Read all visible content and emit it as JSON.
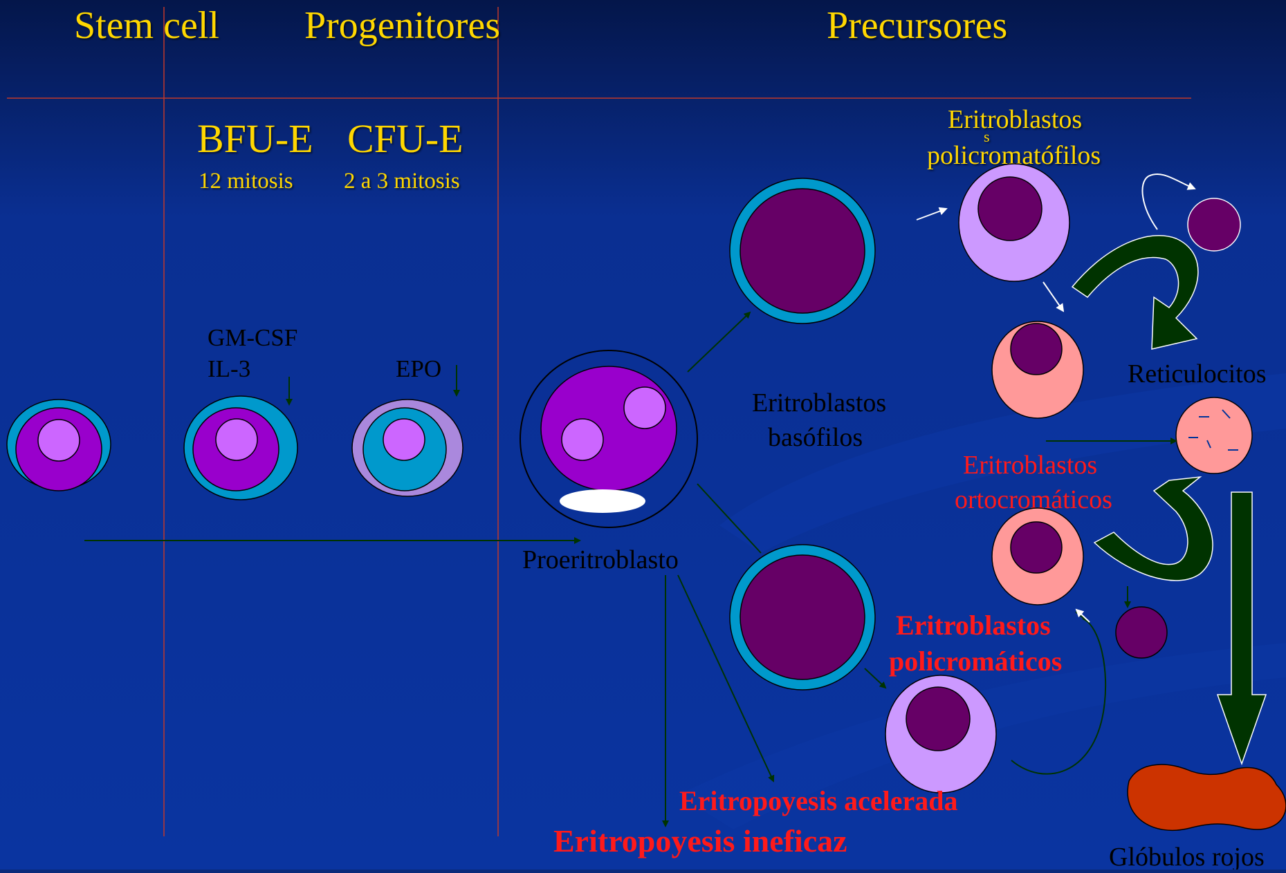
{
  "headers": {
    "stem": "Stem cell",
    "progenitors": "Progenitores",
    "precursors": "Precursores"
  },
  "progenitor_labels": {
    "bfu": "BFU-E",
    "cfu": "CFU-E",
    "bfu_mitosis": "12 mitosis",
    "cfu_mitosis": "2 a 3 mitosis"
  },
  "factors": {
    "gm_csf": "GM-CSF",
    "il3": "IL-3",
    "epo": "EPO"
  },
  "labels": {
    "proeritroblasto": "Proeritroblasto",
    "basofilos_1": "Eritroblastos",
    "basofilos_2": "basófilos",
    "policromatofilos_1": "Eritroblastos",
    "policromatofilos_stray": "s",
    "policromatofilos_2": "policromatófilos",
    "reticulocitos": "Reticulocitos",
    "ortocromaticos_1": "Eritroblastos",
    "ortocromaticos_2": "ortocromáticos",
    "policromaticos_1": "Eritroblastos",
    "policromaticos_2": "policromáticos",
    "acelerada": "Eritropoyesis acelerada",
    "ineficaz": "Eritropoyesis ineficaz",
    "globulos": "Glóbulos rojos"
  },
  "colors": {
    "background_top": "#04164a",
    "background_bottom": "#0a34a0",
    "title_yellow": "#ffd700",
    "label_red": "#ff1a1a",
    "divider": "#c0392b",
    "cyan": "#0099cc",
    "purple_cell": "#9900cc",
    "nucleus_light": "#cc66ff",
    "dark_nucleus": "#660066",
    "lilac": "#cc99ff",
    "salmon": "#ff9999",
    "dark_green": "#003300",
    "rbc": "#cc3300"
  }
}
